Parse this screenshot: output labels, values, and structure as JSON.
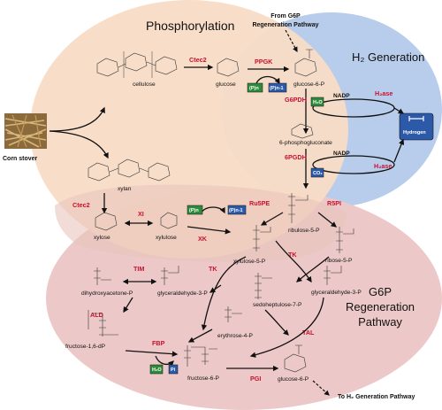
{
  "sections": {
    "phosphorylation": "Phosphorylation",
    "h2_generation": "H₂ Generation",
    "g6p_regeneration_line1": "G6P",
    "g6p_regeneration_line2": "Regeneration",
    "g6p_regeneration_line3": "Pathway"
  },
  "source": {
    "label": "Corn stover"
  },
  "callouts": {
    "from_g6p_line1": "From G6P",
    "from_g6p_line2": "Regeneration Pathway",
    "to_h2": "To H₂ Generation Pathway"
  },
  "metabolites": {
    "cellulose": "cellulose",
    "glucose": "glucose",
    "glucose_6_p_top": "glucose-6-P",
    "phosphogluconate": "6-phosphogluconate",
    "xylan": "xylan",
    "xylose": "xylose",
    "xylulose": "xylulose",
    "ribulose_5_p": "ribulose-5-P",
    "xylulose_5_p": "xylulose-5-P",
    "ribose_5_p": "ribose-5-P",
    "dihydroxyacetone_p": "dihydroxyacetone-P",
    "glyceraldehyde_3_p_left": "glyceraldehyde-3-P",
    "sedoheptulose_7_p": "sedoheptulose-7-P",
    "glyceraldehyde_3_p_right": "glyceraldehyde-3-P",
    "fructose_16_dp": "fructose-1,6-dP",
    "erythrose_4_p": "erythrose-4-P",
    "fructose_6_p": "fructose-6-P",
    "glucose_6_p_bottom": "glucose-6-P",
    "hydrogen": "Hydrogen"
  },
  "enzymes": {
    "ctec2_top": "Ctec2",
    "ppgk": "PPGK",
    "g6pdh": "G6PDH",
    "h2ase_top": "H₂ase",
    "g6pgdh": "6PGDH",
    "h2ase_bottom": "H₂ase",
    "ctec2_bottom": "Ctec2",
    "xi": "XI",
    "xk": "XK",
    "ru5pe": "Ru5PE",
    "r5pi": "R5PI",
    "tk_right": "TK",
    "tk_left": "TK",
    "tim": "TIM",
    "ald": "ALD",
    "tal": "TAL",
    "fbp": "FBP",
    "pgi": "PGI"
  },
  "cofactors": {
    "nadp_top": "NADP",
    "nadp_bottom": "NADP",
    "h2o_top": "H₂O",
    "co2": "CO₂",
    "pn_ppgk": "(P)n",
    "pn1_ppgk": "(P)n-1",
    "pn_xk": "(P)n",
    "pn1_xk": "(P)n-1",
    "h2o_bottom": "H₂O",
    "pi": "Pi"
  },
  "colors": {
    "phosphorylation_fill": "#f8dcc6",
    "h2_fill": "#b8cdeb",
    "regeneration_fill": "#ecc9c8",
    "enzyme_red": "#c8102e",
    "green_box": "#2f8a3c",
    "blue_box": "#2d5aa8",
    "hydrogen_box": "#2d5aa8"
  }
}
